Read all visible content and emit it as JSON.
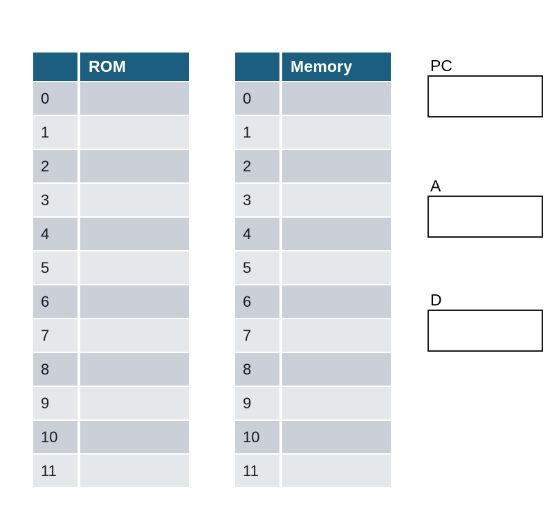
{
  "tables": [
    {
      "id": "rom",
      "name": "rom-table",
      "index_header": "",
      "value_header": "ROM",
      "rows": [
        {
          "index": "0",
          "value": ""
        },
        {
          "index": "1",
          "value": ""
        },
        {
          "index": "2",
          "value": ""
        },
        {
          "index": "3",
          "value": ""
        },
        {
          "index": "4",
          "value": ""
        },
        {
          "index": "5",
          "value": ""
        },
        {
          "index": "6",
          "value": ""
        },
        {
          "index": "7",
          "value": ""
        },
        {
          "index": "8",
          "value": ""
        },
        {
          "index": "9",
          "value": ""
        },
        {
          "index": "10",
          "value": ""
        },
        {
          "index": "11",
          "value": ""
        }
      ]
    },
    {
      "id": "memory",
      "name": "memory-table",
      "index_header": "",
      "value_header": "Memory",
      "rows": [
        {
          "index": "0",
          "value": ""
        },
        {
          "index": "1",
          "value": ""
        },
        {
          "index": "2",
          "value": ""
        },
        {
          "index": "3",
          "value": ""
        },
        {
          "index": "4",
          "value": ""
        },
        {
          "index": "5",
          "value": ""
        },
        {
          "index": "6",
          "value": ""
        },
        {
          "index": "7",
          "value": ""
        },
        {
          "index": "8",
          "value": ""
        },
        {
          "index": "9",
          "value": ""
        },
        {
          "index": "10",
          "value": ""
        },
        {
          "index": "11",
          "value": ""
        }
      ]
    }
  ],
  "registers": [
    {
      "id": "pc",
      "label": "PC",
      "value": ""
    },
    {
      "id": "a",
      "label": "A",
      "value": ""
    },
    {
      "id": "d",
      "label": "D",
      "value": ""
    }
  ],
  "colors": {
    "header_blue": "#1b5e80",
    "row_dark": "#cbd0d8",
    "row_light": "#e4e8eb",
    "header_text": "#ffffff",
    "body_text": "#16181a",
    "register_border": "#1a1a1a",
    "background": "#ffffff"
  }
}
